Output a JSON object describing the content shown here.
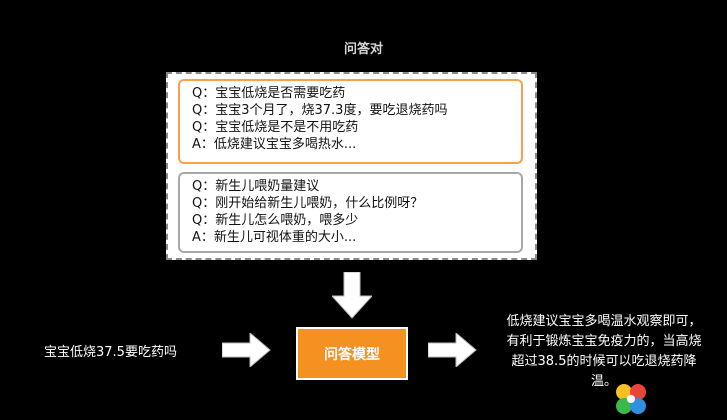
{
  "title": "问答对",
  "qa_groups": [
    {
      "border_color": "#f5a24a",
      "lines": [
        "Q：宝宝低烧是否需要吃药",
        "Q：宝宝3个月了，烧37.3度，要吃退烧药吗",
        "Q：宝宝低烧是不是不用吃药",
        "A：低烧建议宝宝多喝热水..."
      ]
    },
    {
      "border_color": "#a8a8a8",
      "lines": [
        "Q：新生儿喂奶量建议",
        "Q：刚开始给新生儿喂奶，什么比例呀？",
        "Q：新生儿怎么喂奶，喂多少",
        "A：新生儿可视体重的大小..."
      ]
    }
  ],
  "input_query": "宝宝低烧37.5要吃药吗",
  "model_label": "问答模型",
  "output_answer": "低烧建议宝宝多喝温水观察即可，有利于锻炼宝宝免疫力的，当高烧超过38.5的时候可以吃退烧药降温。",
  "colors": {
    "accent": "#f39221",
    "background": "#000000",
    "arrow": "#ffffff"
  }
}
